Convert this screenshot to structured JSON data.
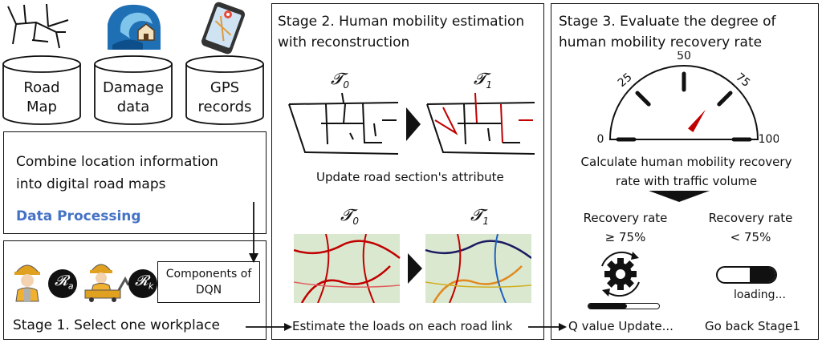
{
  "sources": {
    "road_map": "Road\nMap",
    "damage_data": "Damage\ndata",
    "gps_records": "GPS\nrecords"
  },
  "processing": {
    "text": "Combine location information\ninto digital road maps",
    "label": "Data Processing",
    "label_color": "#4472C4"
  },
  "stage1": {
    "title": "Stage 1. Select one workplace",
    "agent_a": "𝓡",
    "agent_a_sub": "a",
    "agent_k": "𝓡",
    "agent_k_sub": "k",
    "components_box": "Components of\nDQN"
  },
  "stage2": {
    "title": "Stage 2. Human mobility estimation\nwith reconstruction",
    "t0_top": "𝓣",
    "t0_top_sub": "0",
    "t1_top": "𝓣",
    "t1_top_sub": "1",
    "t0_bottom": "𝓣",
    "t0_bottom_sub": "0",
    "t1_bottom": "𝓣",
    "t1_bottom_sub": "1",
    "caption": "Update road section's attribute",
    "footer": "Estimate the loads on each road link"
  },
  "stage3": {
    "title": "Stage 3. Evaluate the degree of\nhuman mobility recovery rate",
    "gauge_ticks": [
      "0",
      "25",
      "50",
      "75",
      "100"
    ],
    "gauge_needle_value": 70,
    "calc_text": "Calculate human mobility recovery\nrate with traffic volume",
    "left_label": "Recovery rate\n≥ 75%",
    "right_label": "Recovery rate\n< 75%",
    "loading_text": "loading...",
    "progress_fraction": 0.55,
    "loading_fraction": 0.45,
    "q_value": "Q value Update...",
    "go_back": "Go back Stage1"
  },
  "colors": {
    "accent_red": "#c00000",
    "accent_blue": "#4472C4",
    "map_green": "#dbe8d0"
  },
  "icons": [
    "road-map-icon",
    "tsunami-icon",
    "gps-phone-icon",
    "worker-icon",
    "worker-excavator-icon",
    "gauge-icon",
    "gear-icon",
    "loading-bar-icon"
  ]
}
